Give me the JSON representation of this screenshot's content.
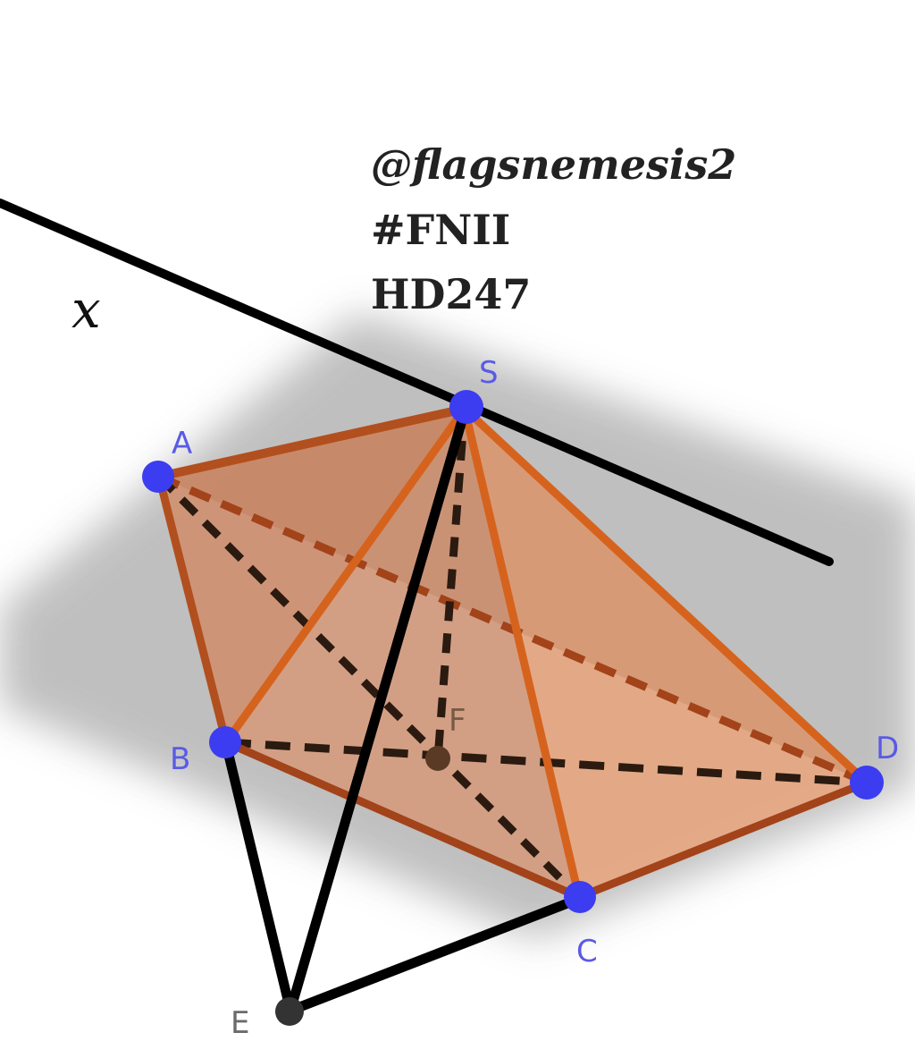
{
  "caption": {
    "handle": "@flagsnemesis2",
    "tag": "#FNII",
    "code": "HD247"
  },
  "line_label": "x",
  "points": [
    {
      "id": "S",
      "label": "S"
    },
    {
      "id": "A",
      "label": "A"
    },
    {
      "id": "B",
      "label": "B"
    },
    {
      "id": "C",
      "label": "C"
    },
    {
      "id": "D",
      "label": "D"
    },
    {
      "id": "E",
      "label": "E"
    },
    {
      "id": "F",
      "label": "F"
    }
  ],
  "colors": {
    "vertex": "#3b3bf0",
    "vertex_label": "#5a5ae6",
    "edge": "#d0601c",
    "edge_dark": "#a2431a",
    "face": "#d9895a",
    "plane": "#b8b8b8",
    "black_line": "#000000",
    "dark_point": "#333333",
    "label_gray": "#6a6a6a"
  }
}
